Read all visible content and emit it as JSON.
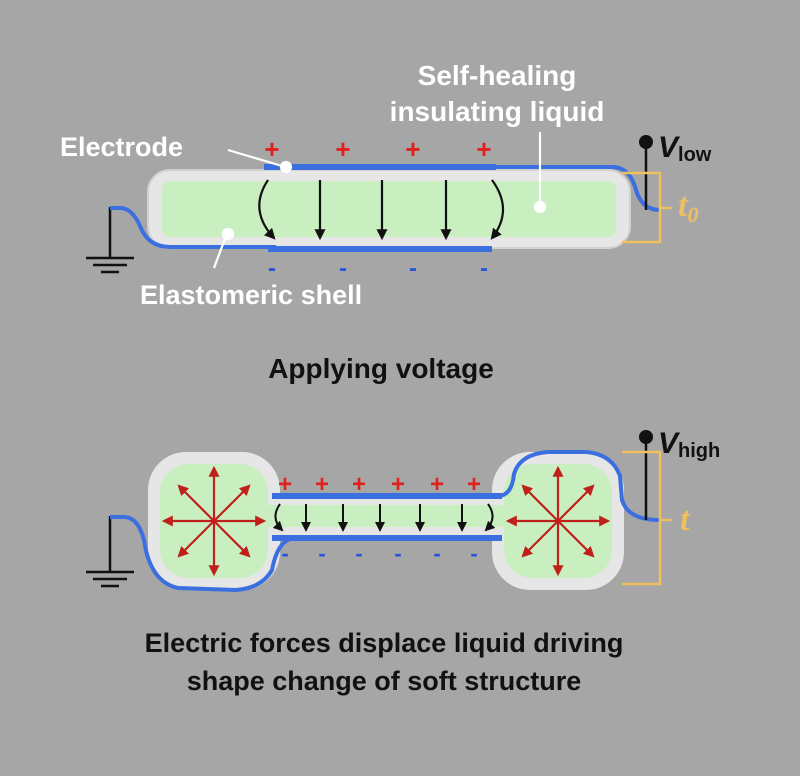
{
  "labels": {
    "electrode": "Electrode",
    "self_healing_line1": "Self-healing",
    "self_healing_line2": "insulating liquid",
    "elastomeric_shell": "Elastomeric shell",
    "applying_voltage": "Applying voltage",
    "v_low_base": "V",
    "v_low_sub": "low",
    "v_high_base": "V",
    "v_high_sub": "high",
    "t0_base": "t",
    "t0_sub": "0",
    "t": "t",
    "caption_line1": "Electric forces displace liquid driving",
    "caption_line2": "shape change of soft structure"
  },
  "charge_signs": {
    "plus": "+",
    "minus": "-"
  },
  "colors": {
    "background": "#a6a6a6",
    "liquid": "#c9efc0",
    "shell": "#e6e6e6",
    "electrode": "#3b6fe0",
    "positive": "#e0201c",
    "negative": "#2a55d8",
    "thickness_marker": "#f0c060",
    "field_arrow": "#111111",
    "force_arrow": "#c0201a"
  }
}
